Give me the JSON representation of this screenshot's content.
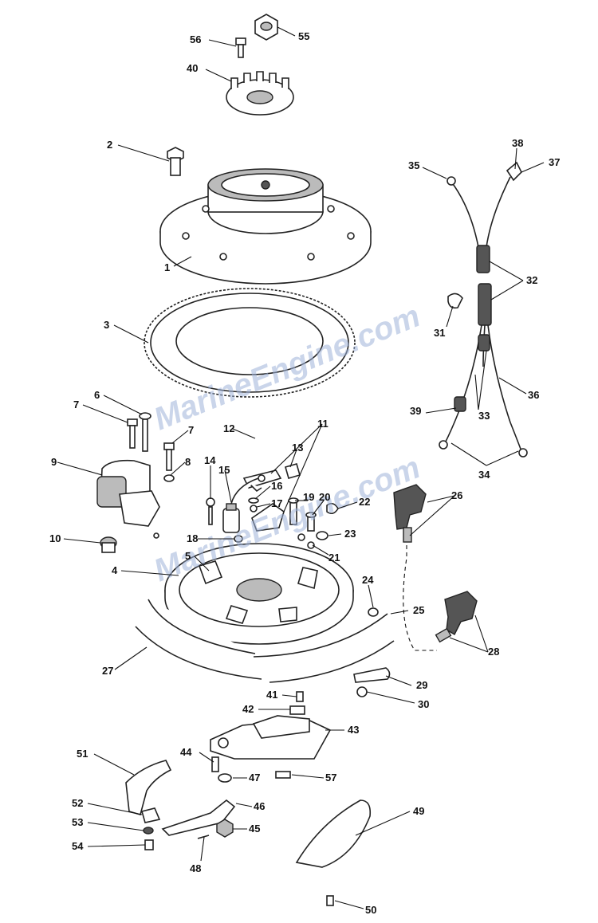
{
  "watermarks": [
    "MarineEngine.com",
    "MarineEngine.com"
  ],
  "callouts": [
    {
      "id": "56",
      "label": "56"
    },
    {
      "id": "55",
      "label": "55"
    },
    {
      "id": "40",
      "label": "40"
    },
    {
      "id": "2",
      "label": "2"
    },
    {
      "id": "1",
      "label": "1"
    },
    {
      "id": "3",
      "label": "3"
    },
    {
      "id": "6",
      "label": "6"
    },
    {
      "id": "7a",
      "label": "7"
    },
    {
      "id": "7b",
      "label": "7"
    },
    {
      "id": "8",
      "label": "8"
    },
    {
      "id": "9",
      "label": "9"
    },
    {
      "id": "10",
      "label": "10"
    },
    {
      "id": "12",
      "label": "12"
    },
    {
      "id": "11",
      "label": "11"
    },
    {
      "id": "13",
      "label": "13"
    },
    {
      "id": "14",
      "label": "14"
    },
    {
      "id": "15",
      "label": "15"
    },
    {
      "id": "16",
      "label": "16"
    },
    {
      "id": "17",
      "label": "17"
    },
    {
      "id": "18",
      "label": "18"
    },
    {
      "id": "19",
      "label": "19"
    },
    {
      "id": "20",
      "label": "20"
    },
    {
      "id": "21",
      "label": "21"
    },
    {
      "id": "22",
      "label": "22"
    },
    {
      "id": "23",
      "label": "23"
    },
    {
      "id": "5",
      "label": "5"
    },
    {
      "id": "4",
      "label": "4"
    },
    {
      "id": "24",
      "label": "24"
    },
    {
      "id": "25",
      "label": "25"
    },
    {
      "id": "26",
      "label": "26"
    },
    {
      "id": "27",
      "label": "27"
    },
    {
      "id": "28",
      "label": "28"
    },
    {
      "id": "29",
      "label": "29"
    },
    {
      "id": "30",
      "label": "30"
    },
    {
      "id": "41",
      "label": "41"
    },
    {
      "id": "42",
      "label": "42"
    },
    {
      "id": "43",
      "label": "43"
    },
    {
      "id": "44",
      "label": "44"
    },
    {
      "id": "47",
      "label": "47"
    },
    {
      "id": "57",
      "label": "57"
    },
    {
      "id": "51",
      "label": "51"
    },
    {
      "id": "46",
      "label": "46"
    },
    {
      "id": "52",
      "label": "52"
    },
    {
      "id": "53",
      "label": "53"
    },
    {
      "id": "45",
      "label": "45"
    },
    {
      "id": "54",
      "label": "54"
    },
    {
      "id": "48",
      "label": "48"
    },
    {
      "id": "49",
      "label": "49"
    },
    {
      "id": "50",
      "label": "50"
    },
    {
      "id": "35",
      "label": "35"
    },
    {
      "id": "38",
      "label": "38"
    },
    {
      "id": "37",
      "label": "37"
    },
    {
      "id": "32",
      "label": "32"
    },
    {
      "id": "31",
      "label": "31"
    },
    {
      "id": "36",
      "label": "36"
    },
    {
      "id": "39",
      "label": "39"
    },
    {
      "id": "33",
      "label": "33"
    },
    {
      "id": "34",
      "label": "34"
    }
  ]
}
